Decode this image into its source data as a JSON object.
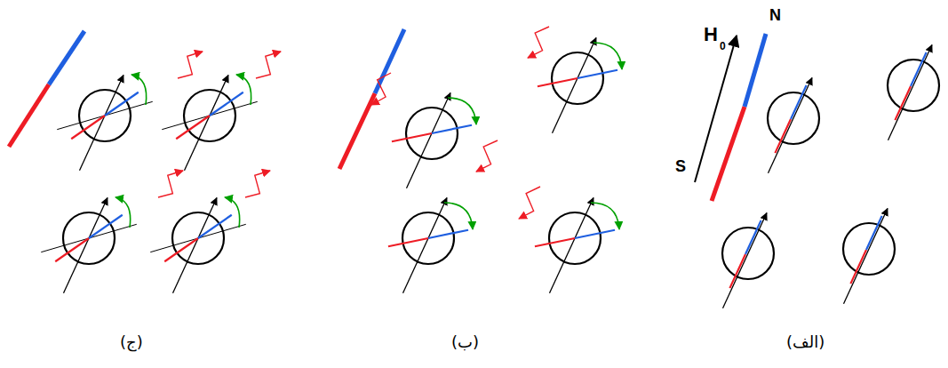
{
  "diagram": {
    "labels": [
      "H",
      "0",
      "N",
      "S",
      "(ج)",
      "(ب)",
      "(الف)"
    ]
  }
}
